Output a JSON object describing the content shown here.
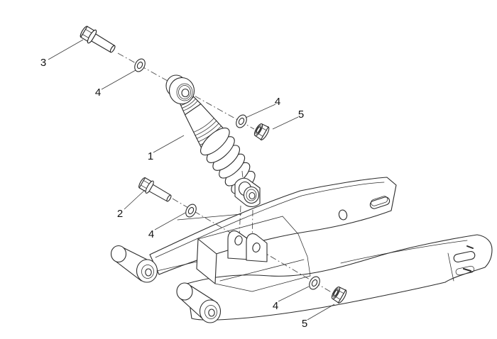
{
  "diagram": {
    "background_color": "#ffffff",
    "line_color": "#2b2b2b",
    "callout_color": "#111111",
    "callouts": {
      "n1": {
        "label": "1"
      },
      "n2": {
        "label": "2"
      },
      "n3": {
        "label": "3"
      },
      "n4a": {
        "label": "4"
      },
      "n4b": {
        "label": "4"
      },
      "n4c": {
        "label": "4"
      },
      "n4d": {
        "label": "4"
      },
      "n5a": {
        "label": "5"
      },
      "n5b": {
        "label": "5"
      }
    }
  }
}
